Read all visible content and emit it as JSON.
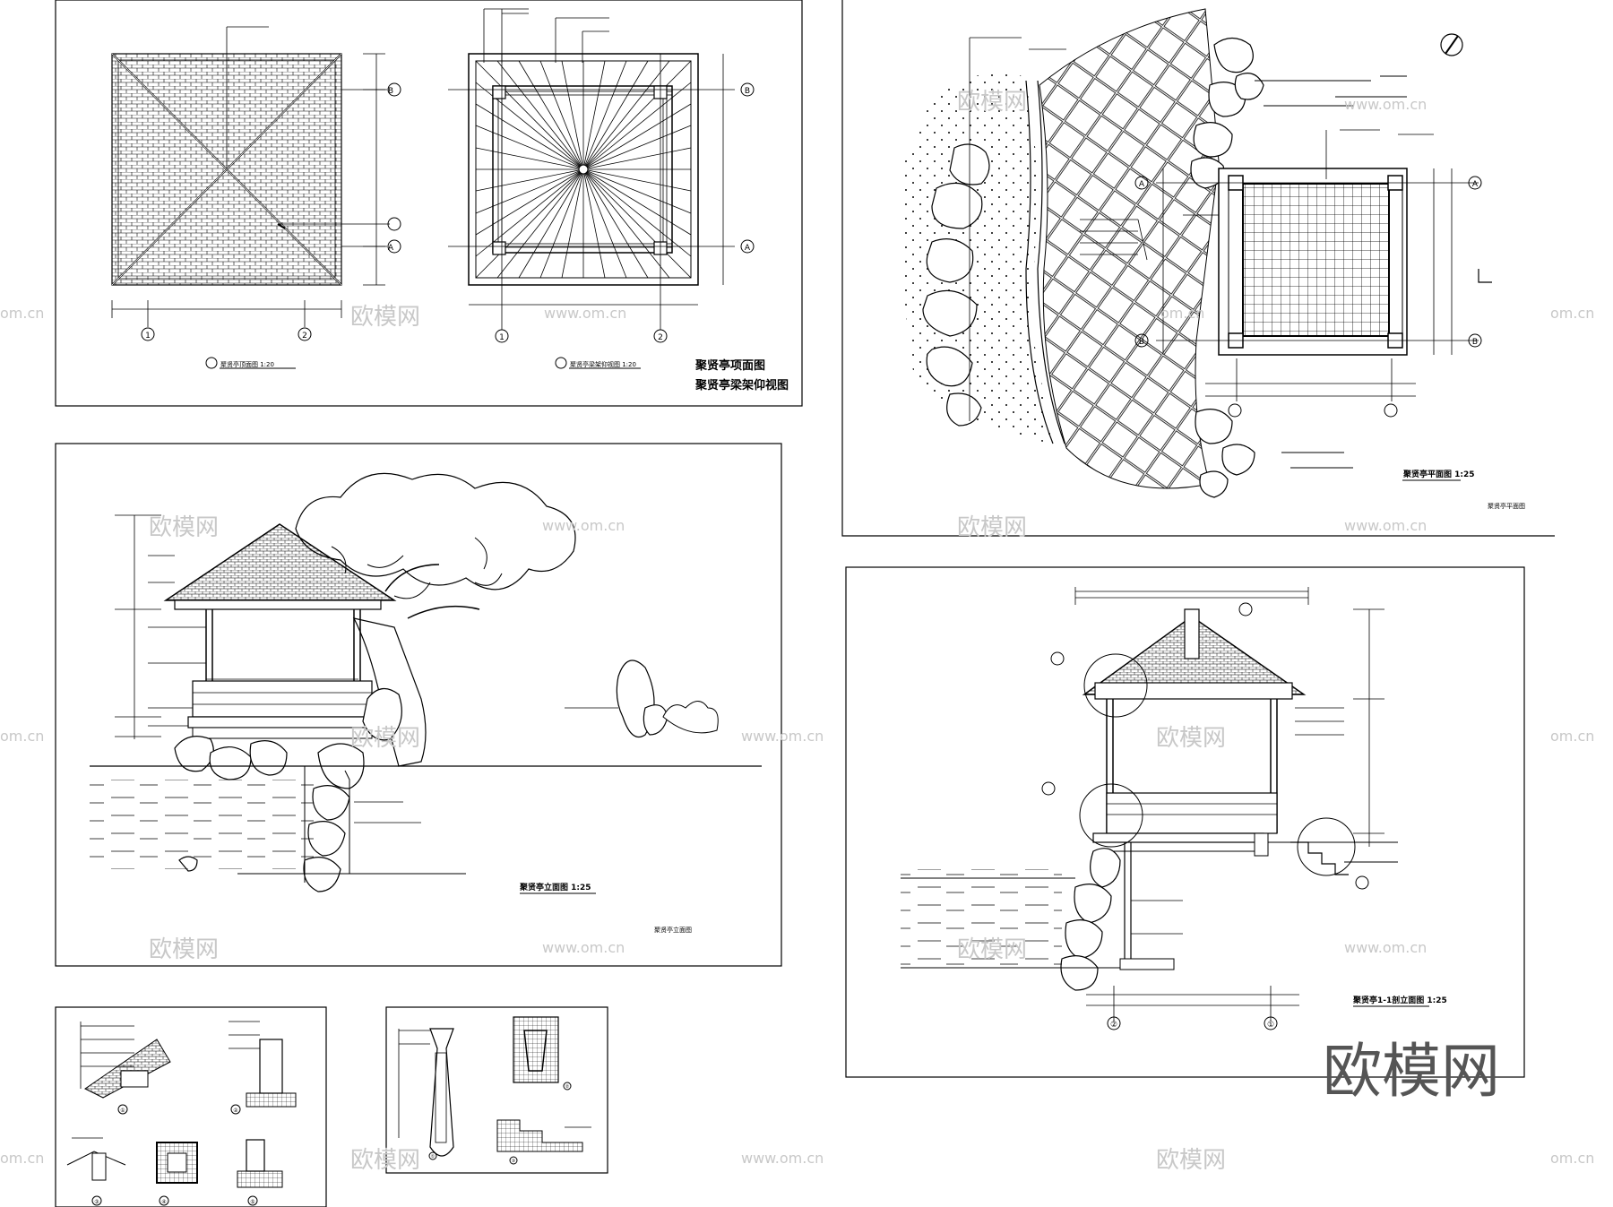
{
  "sheet1": {
    "title_line1": "聚贤亭项面图",
    "title_line2": "聚贤亭梁架仰视图",
    "roof_plan_caption": "聚贤亭顶面图 1:20",
    "beam_plan_caption": "聚贤亭梁架仰视图 1:20",
    "grid_a": "A",
    "grid_b": "B",
    "grid_1": "1",
    "grid_2": "2",
    "circle_1": "①",
    "circle_2": "②"
  },
  "sheet2": {
    "caption": "聚贤亭平面图 1:25",
    "footer": "聚贤亭平面图",
    "grid_a": "A",
    "grid_b": "B"
  },
  "sheet3": {
    "caption": "聚贤亭立面图 1:25",
    "footer": "聚贤亭立面图"
  },
  "sheet4": {
    "caption": "聚贤亭1-1剖立面图 1:25",
    "grid_1": "①",
    "grid_2": "②"
  },
  "sheet5": {
    "circles": [
      "①",
      "②",
      "③",
      "④",
      "⑤"
    ]
  },
  "sheet6": {
    "circles": [
      "①",
      "②",
      "③"
    ]
  },
  "watermarks": {
    "logo_text": "欧模网",
    "url_text": "www.om.cn",
    "url_short": "om.cn",
    "big_logo": "欧模网"
  }
}
